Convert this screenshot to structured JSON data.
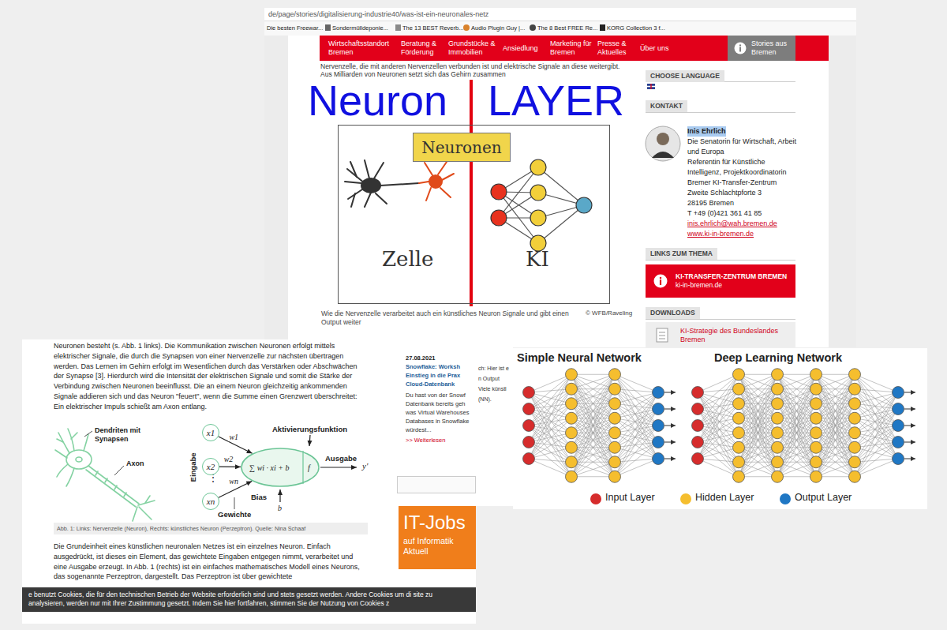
{
  "diagram": {
    "nodes": [
      {
        "text": [
          "Wirtschaftsstandort Bremen",
          "Beratung & Förderung",
          "Grundstücke & Immobilien",
          "Ansiedlung",
          "Marketing für Bremen",
          "Presse & Aktuelles",
          "Über uns"
        ]
      },
      {
        "text": [
          "Stories aus Bremen"
        ]
      },
      {
        "text": [
          "Zelle",
          "KI"
        ]
      },
      {
        "text": [
          "Neuronen"
        ],
        "in": 2
      },
      {
        "text": [
          "KI-TRANSFER-ZENTRUM BREMEN",
          "ki-in-bremen.de"
        ]
      },
      {
        "text": [
          "x1"
        ]
      },
      {
        "text": [
          "x2"
        ]
      },
      {
        "text": [
          "xn"
        ]
      },
      {
        "text": [
          "∑ wi · xi + b",
          "f"
        ]
      },
      {
        "text": [
          "IT-Jobs",
          "auf Informatik Aktuell"
        ]
      },
      {
        "text": [
          "e benutzt Cookies, die für den technischen Betrieb der Website erforderlich sind und stets gesetzt werden. Andere Cookies um di site zu analysieren, werden nur mit Ihrer Zustimmung gesetzt. Indem Sie hier fortfahren, stimmen Sie der Nutzung von Cookies z"
        ]
      }
    ],
    "edges": [
      {
        "from": 5,
        "to": 8,
        "label": "w1",
        "arrow": "to"
      },
      {
        "from": 6,
        "to": 8,
        "label": "w2",
        "arrow": "to"
      },
      {
        "from": 7,
        "to": 8,
        "label": "wn",
        "arrow": "to"
      }
    ],
    "labels": [
      "de/page/stories/digitalisierung-industrie40/was-ist-ein-neuronales-netz",
      "Die besten Freewar...",
      "Sondermülldeponie...",
      "The 13 BEST Reverb...",
      "Audio Plugin Guy |...",
      "The 8 Best FREE Re...",
      "KORG Collection 3 f...",
      "Nervenzelle, die mit anderen Nervenzellen verbunden ist und elektrische Signale an diese weitergibt.",
      "Aus Milliarden von Neuronen setzt sich das Gehirn zusammen",
      "Neuron",
      "LAYER",
      "Wie die Nervenzelle verarbeitet auch ein künstliches Neuron Signale und gibt einen Output weiter",
      "© WFB/Raveling",
      "CHOOSE LANGUAGE",
      "KONTAKT",
      "Inis Ehrlich",
      "Die Senatorin für Wirtschaft, Arbeit und Europa",
      "Referentin für Künstliche Intelligenz, Projektkoordinatorin Bremer KI-Transfer-Zentrum",
      "Zweite Schlachtpforte 3",
      "28195 Bremen",
      "T +49 (0)421 361 41 85",
      "inis.ehrlich@wah.bremen.de",
      "www.ki-in-bremen.de",
      "LINKS ZUM THEMA",
      "DOWNLOADS",
      "KI-Strategie des Bundeslandes Bremen",
      "Neuronen besteht (s. Abb. 1 links). Die Kommunikation zwischen Neuronen erfolgt mittels elektrischer Signale, die durch die Synapsen von einer Nervenzelle zur nächsten übertragen werden. Das Lernen im Gehirn erfolgt im Wesentlichen durch das Verstärken oder Abschwächen der Synapse [3]. Hierdurch wird die Intensität der elektrischen Signale und somit die Stärke der Verbindung zwischen Neuronen beeinflusst. Die an einem Neuron gleichzeitig ankommenden Signale addieren sich und das Neuron \"feuert\", wenn die Summe einen Grenzwert überschreitet: Ein elektrischer Impuls schießt am Axon entlang.",
      "Dendriten mit Synapsen",
      "Axon",
      "Aktivierungsfunktion",
      "Eingabe",
      "⋮",
      "Ausgabe",
      "y'",
      "Bias",
      "b",
      "Gewichte",
      "Abb. 1: Links: Nervenzelle (Neuron), Rechts: künstliches Neuron (Perzeptron). Quelle: Nina Schaaf",
      "Die Grundeinheit eines künstlichen neuronalen Netzes ist ein einzelnes Neuron. Einfach ausgedrückt, ist dieses ein Element, das gewichtete Eingaben entgegen nimmt, verarbeitet und eine Ausgabe erzeugt. In Abb. 1 (rechts) ist ein einfaches mathematisches Modell eines Neurons, das sogenannte Perzeptron, dargestellt. Das Perzeptron ist über gewichtete",
      "27.08.2021",
      "Snowflake: Worksh",
      "Einstieg in die Prax",
      "Cloud-Datenbank",
      "Du hast von der Snowf",
      "Datenbank bereits geh",
      "was Virtual Warehouses",
      "Databases in Snowflake",
      "würdest...",
      ">> Weiterlesen",
      "ch: Hier ist e",
      "n Output",
      "Viele künstl",
      "(NN).",
      "Simple Neural Network",
      "Deep Learning Network"
    ],
    "legend": [
      {
        "text": "Input Layer",
        "color": "#d62c2c"
      },
      {
        "text": "Hidden Layer",
        "color": "#f5be2e"
      },
      {
        "text": "Output Layer",
        "color": "#1f77c4"
      }
    ]
  }
}
